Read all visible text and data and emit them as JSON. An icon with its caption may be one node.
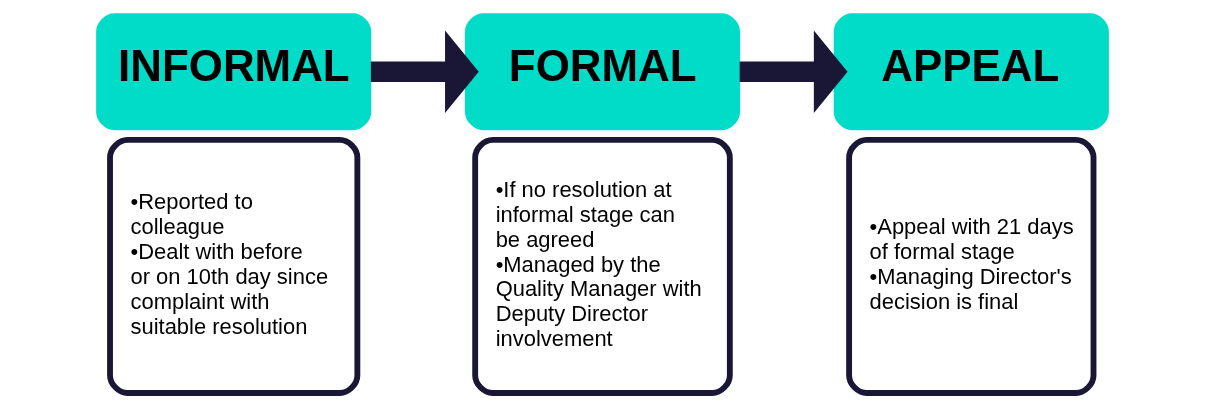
{
  "diagram": {
    "nodes": [
      {
        "text": [
          "INFORMAL"
        ]
      },
      {
        "text": [
          "•Reported to colleague",
          "•Dealt with before or on 10th day since complaint with suitable resolution"
        ]
      },
      {
        "text": [
          "FORMAL"
        ]
      },
      {
        "text": [
          "•If no resolution at informal stage can be agreed",
          "•Managed by the Quality Manager with Deputy Director involvement"
        ]
      },
      {
        "text": [
          "APPEAL"
        ]
      },
      {
        "text": [
          "•Appeal with 21 days of formal stage",
          "•Managing Director's decision is final"
        ]
      }
    ],
    "edges": [
      {
        "from": 0,
        "to": 2,
        "arrow": "to"
      },
      {
        "from": 2,
        "to": 4,
        "arrow": "to"
      }
    ]
  }
}
